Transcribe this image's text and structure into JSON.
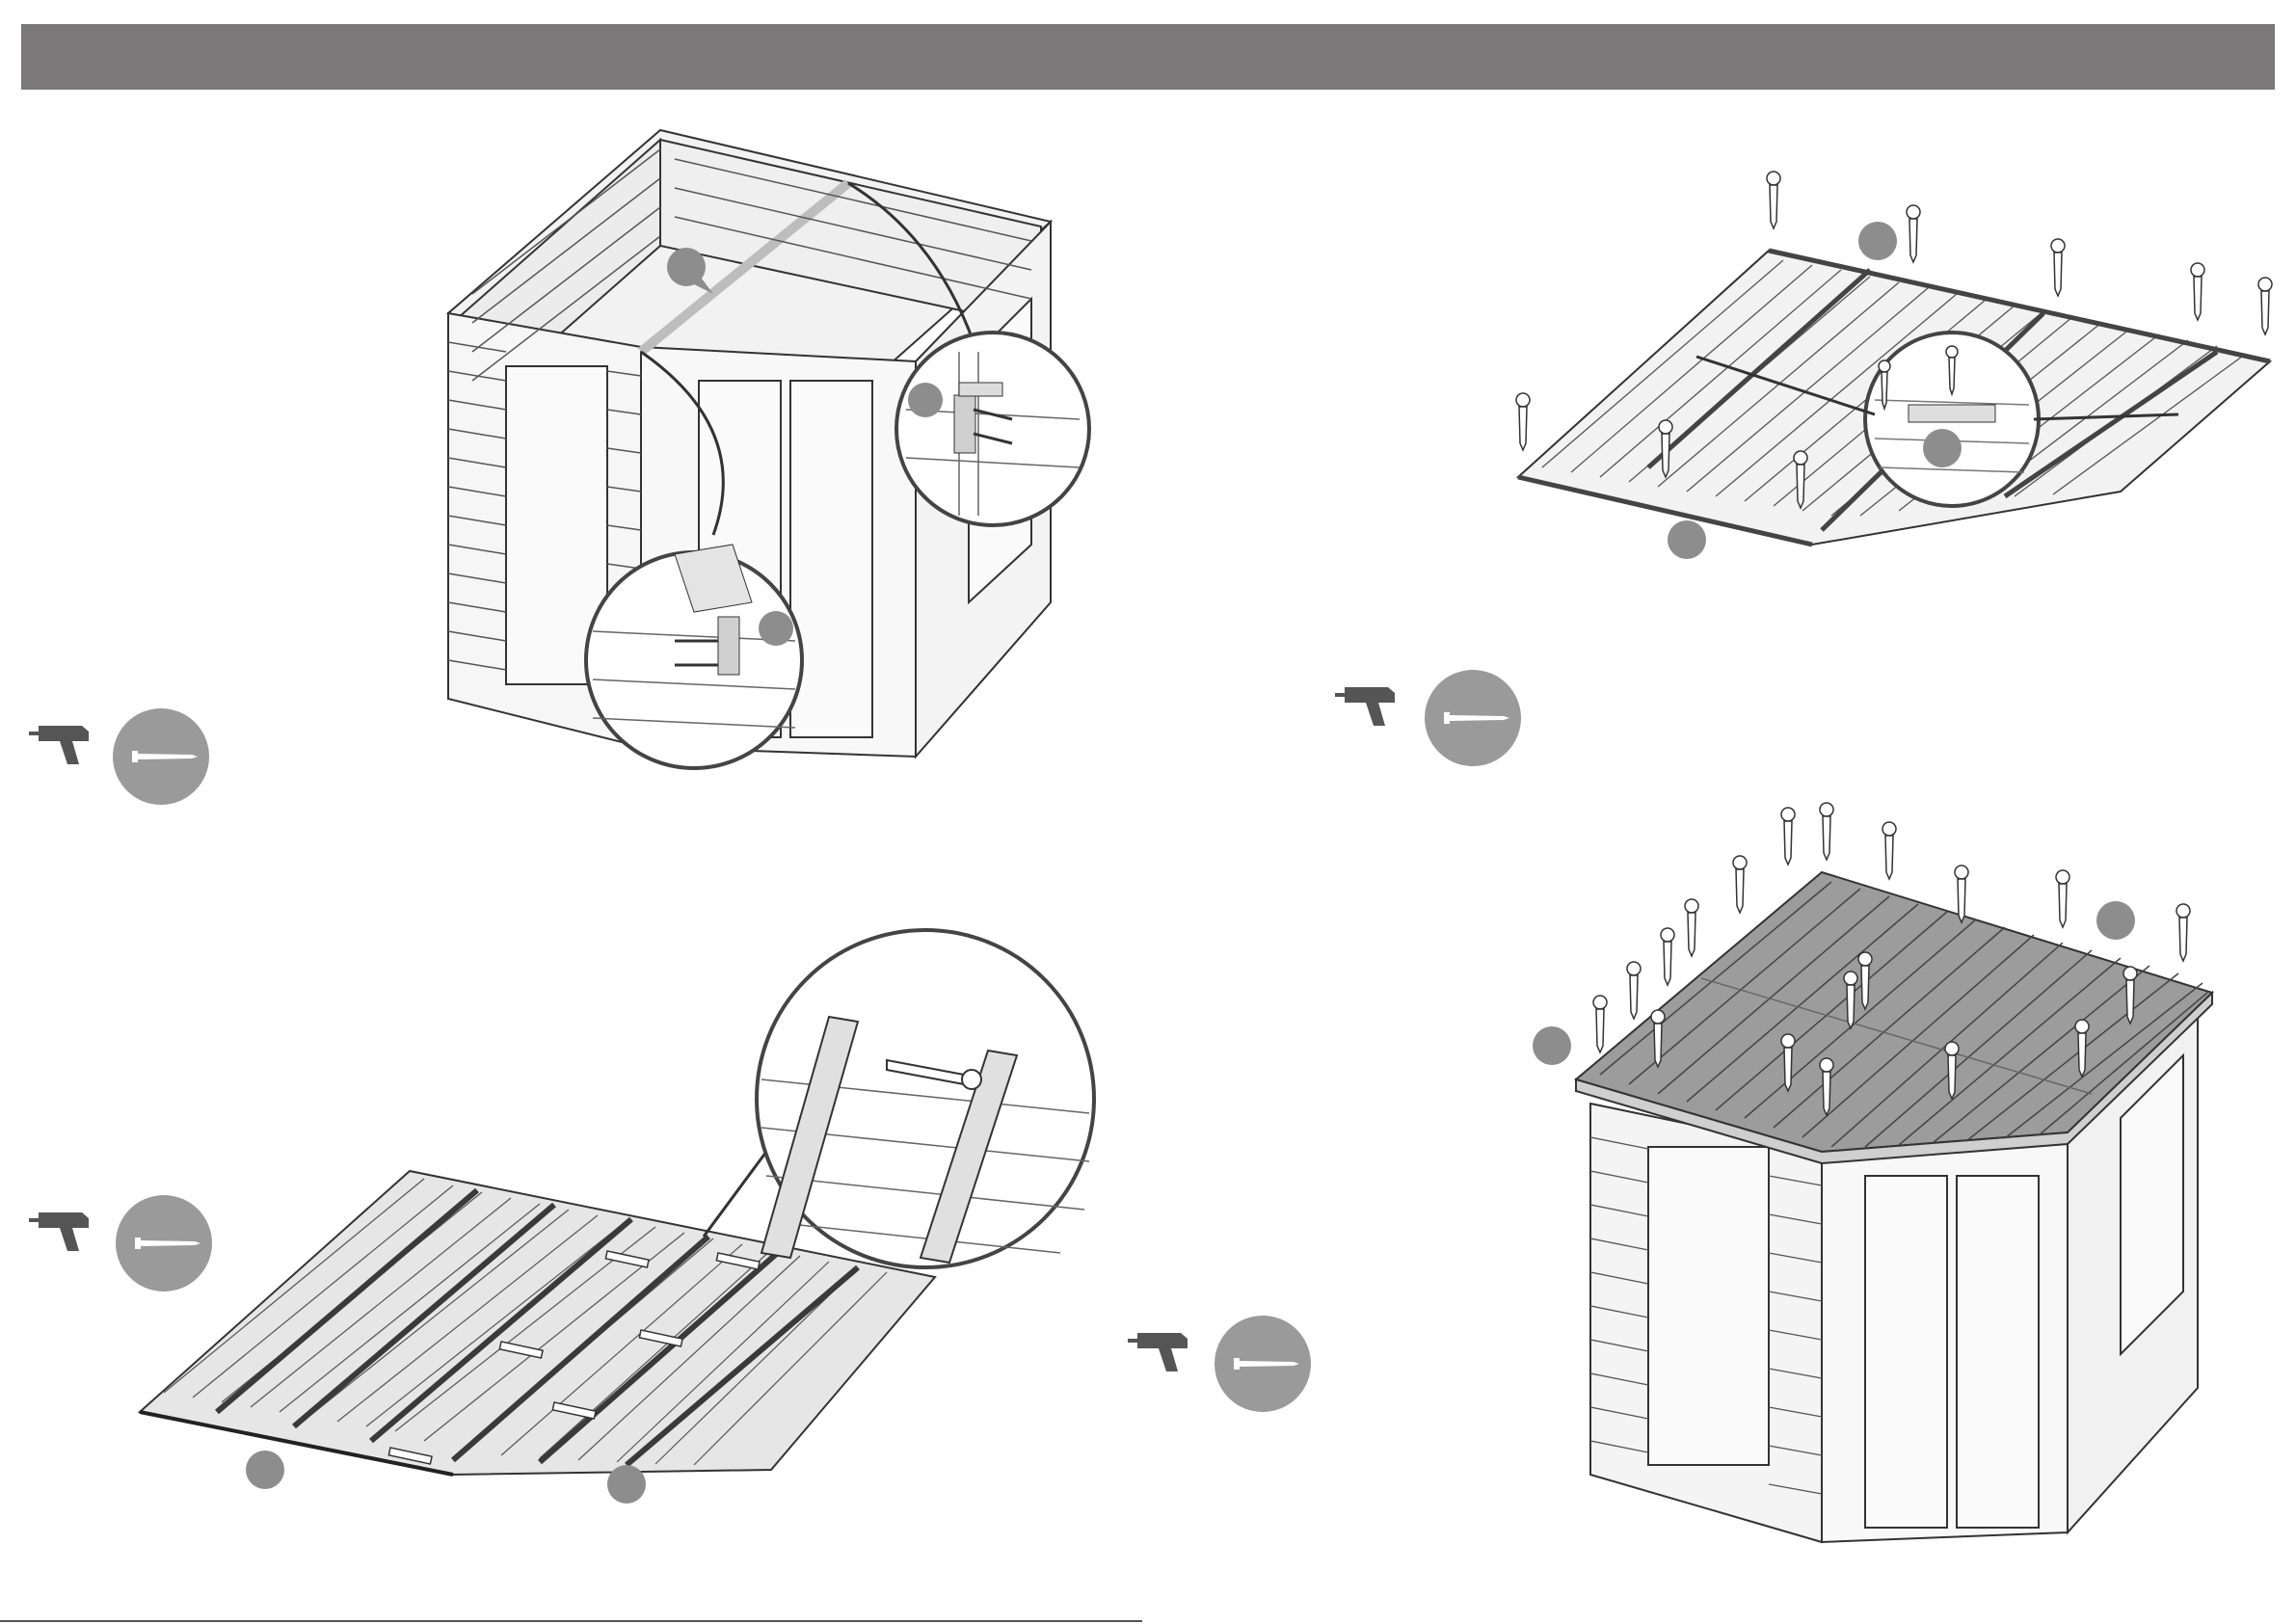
{
  "page": {
    "header_bar_color": "#7a7878",
    "callout_color": "#8e8d8d",
    "badge_color": "#9b9a9a"
  },
  "steps": [
    {
      "name": "corner-bracket-step",
      "tool_icon": "drill-icon",
      "fixing_icon": "screw-icon"
    },
    {
      "name": "roof-panel-flip-step",
      "tool_icon": "drill-icon",
      "fixing_icon": "screw-icon"
    },
    {
      "name": "roof-frame-screw-step",
      "tool_icon": "drill-icon",
      "fixing_icon": "screw-icon"
    },
    {
      "name": "roof-attach-step",
      "tool_icon": "drill-icon",
      "fixing_icon": "screw-icon"
    }
  ]
}
